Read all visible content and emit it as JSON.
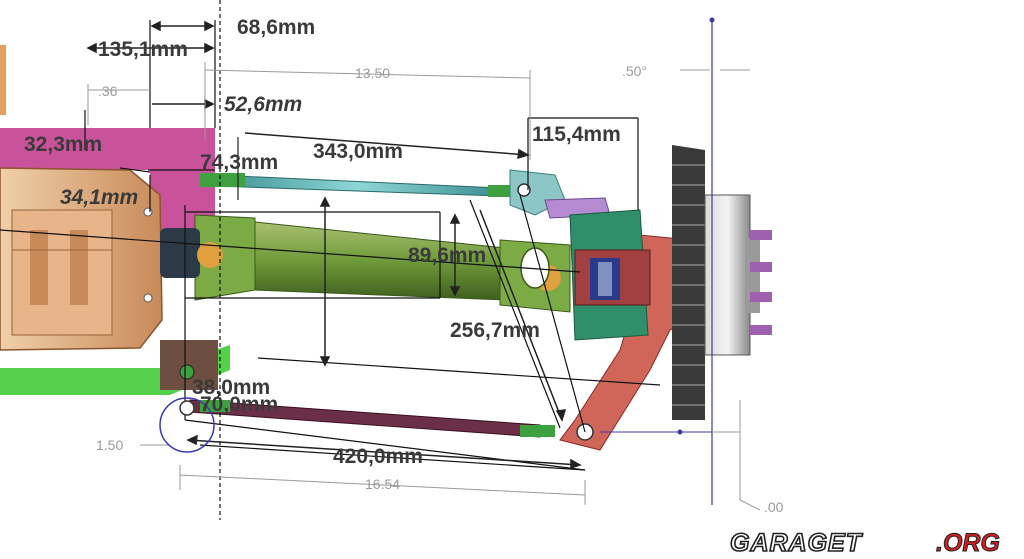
{
  "dimensions": {
    "d_68_6": "68,6mm",
    "d_135_1": "135,1mm",
    "d_52_6": "52,6mm",
    "d_32_3": "32,3mm",
    "d_74_3": "74,3mm",
    "d_343_0": "343,0mm",
    "d_115_4": "115,4mm",
    "d_34_1": "34,1mm",
    "d_89_6": "89,6mm",
    "d_256_7": "256,7mm",
    "d_38_0": "38,0mm",
    "d_70_0": "70,0mm",
    "d_420_0": "420,0mm"
  },
  "cad_dimensions": {
    "c_13_50": "13.50",
    "c_36": ".36",
    "c_50deg": ".50°",
    "c_1_50": "1.50",
    "c_16_54": "16.54",
    "c_00": ".00"
  },
  "watermark": {
    "main": "GARAGET",
    "suffix": ".ORG"
  },
  "colors": {
    "chassis": "#c8539a",
    "lower_arm": "#55d04a",
    "driveshaft": "#6f9a3a",
    "upper_link": "#5bb0b0",
    "lower_link": "#6b3048",
    "upright": "#d0665a",
    "hub": "#2f8f6a",
    "wheel": "#707070",
    "diff_housing": "#d9a27a",
    "annotation": "#3a3a3a",
    "cad_dim": "#9a9a9a"
  }
}
